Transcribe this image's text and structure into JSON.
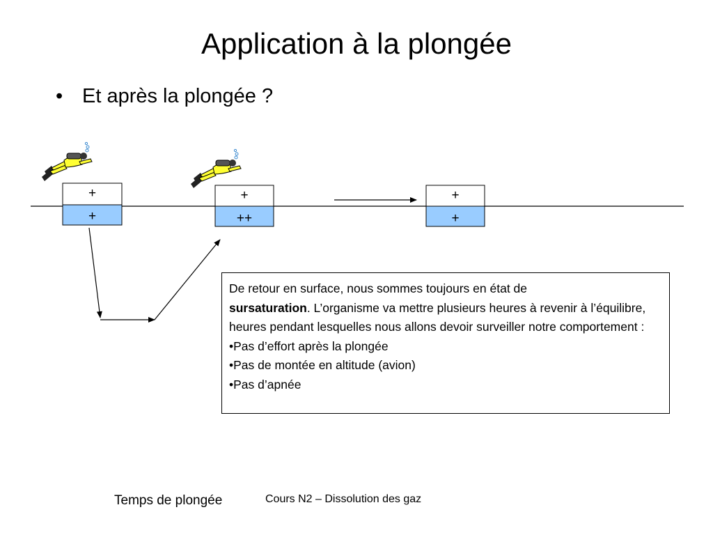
{
  "slide": {
    "title": "Application à la plongée",
    "bullet": "Et après la plongée ?"
  },
  "diagram": {
    "boxes": [
      {
        "top": "+",
        "bottom": "+"
      },
      {
        "top": "+",
        "bottom": "++"
      },
      {
        "top": "+",
        "bottom": "+"
      }
    ],
    "time_label": "Temps de plongée"
  },
  "info_box": {
    "line1": "De retour en surface,  nous sommes toujours en état de",
    "bold_word": "sursaturation",
    "rest": ". L’organisme va mettre plusieurs heures à revenir à l’équilibre, heures pendant lesquelles nous allons devoir surveiller notre comportement :",
    "items": [
      "•Pas d’effort après la plongée",
      "•Pas de montée en altitude (avion)",
      "•Pas d’apnée"
    ]
  },
  "footer": "Cours N2 – Dissolution des gaz",
  "colors": {
    "water": "#99ccff",
    "diver_suit": "#ffff33",
    "line": "#000000"
  }
}
